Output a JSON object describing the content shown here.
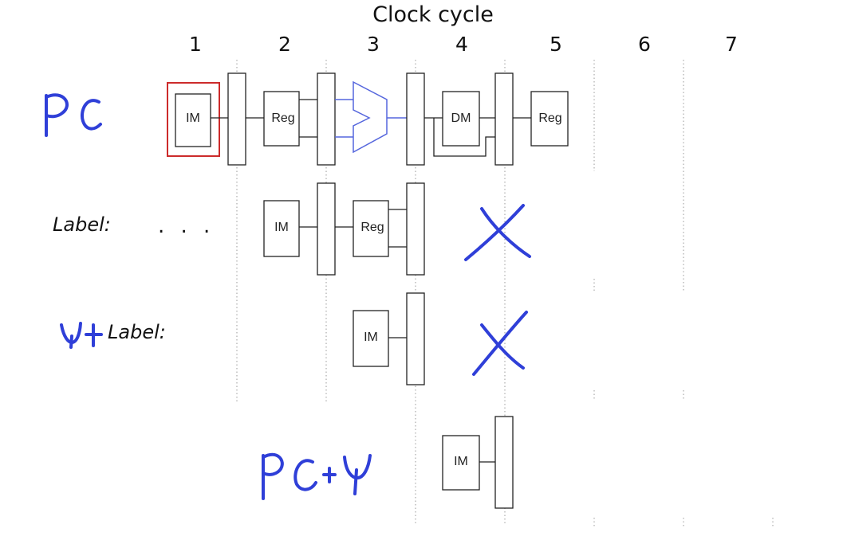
{
  "diagram": {
    "title": "Clock cycle",
    "cycles": [
      "1",
      "2",
      "3",
      "4",
      "5",
      "6",
      "7"
    ],
    "units": {
      "im": "IM",
      "reg": "Reg",
      "dm": "DM"
    },
    "rows": [
      {
        "label": "",
        "annotation": "PC"
      },
      {
        "label": "Label:",
        "dots": ". . .",
        "annotation": "X"
      },
      {
        "label": "Label:",
        "prefix": "4+",
        "annotation": "X"
      },
      {
        "label": "",
        "annotation": "PC+4"
      }
    ],
    "colors": {
      "ink": "#2f3fd8",
      "highlight": "#cc2b2b",
      "alu": "#5566dd"
    }
  }
}
